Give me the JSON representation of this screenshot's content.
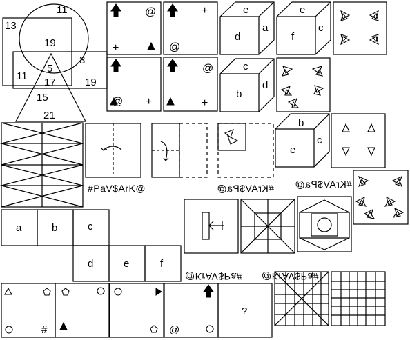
{
  "venn": {
    "labels": [
      "11",
      "13",
      "19",
      "3",
      "11",
      "5",
      "17",
      "19",
      "15",
      "21"
    ]
  },
  "symbol_squares": {
    "at": "@",
    "plus": "+"
  },
  "cubes": {
    "c1": {
      "top": "e",
      "front": "d",
      "side": "a"
    },
    "c2": {
      "top": "e",
      "front": "f",
      "side": "c"
    },
    "c3": {
      "top": "c",
      "front": "b",
      "side": "d"
    },
    "c4": {
      "top": "b",
      "front": "e",
      "side": "c"
    }
  },
  "strings": {
    "s1": "#PaV$ArK@",
    "s2": "@KrAV$Pa#",
    "s3": "@KrAV$Pa#",
    "s4": "#KrAV$Pa@",
    "s5": "@KrAV$Pa#"
  },
  "net": {
    "labels": [
      "a",
      "b",
      "c",
      "d",
      "e",
      "f"
    ]
  },
  "bottom_row": {
    "hash": "#",
    "at": "@",
    "question": "?"
  }
}
